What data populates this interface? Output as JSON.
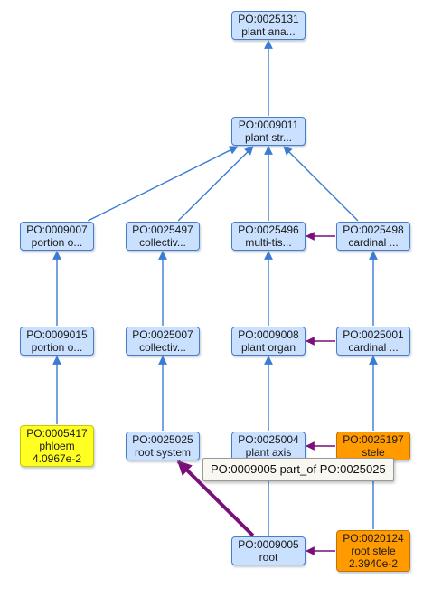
{
  "nodes": [
    {
      "id": "n0025131",
      "col": 2,
      "row": 0,
      "label": "PO:0025131",
      "name": "plant ana...",
      "score": "",
      "color": "#c9e0ff",
      "border": "#4a7cc6"
    },
    {
      "id": "n0009011",
      "col": 2,
      "row": 1,
      "label": "PO:0009011",
      "name": "plant str...",
      "score": "",
      "color": "#c9e0ff",
      "border": "#4a7cc6"
    },
    {
      "id": "n0009007",
      "col": 0,
      "row": 2,
      "label": "PO:0009007",
      "name": "portion o...",
      "score": "",
      "color": "#c9e0ff",
      "border": "#4a7cc6"
    },
    {
      "id": "n0025497",
      "col": 1,
      "row": 2,
      "label": "PO:0025497",
      "name": "collectiv...",
      "score": "",
      "color": "#c9e0ff",
      "border": "#4a7cc6"
    },
    {
      "id": "n0025496",
      "col": 2,
      "row": 2,
      "label": "PO:0025496",
      "name": "multi-tis...",
      "score": "",
      "color": "#c9e0ff",
      "border": "#4a7cc6"
    },
    {
      "id": "n0025498",
      "col": 3,
      "row": 2,
      "label": "PO:0025498",
      "name": "cardinal ...",
      "score": "",
      "color": "#c9e0ff",
      "border": "#4a7cc6"
    },
    {
      "id": "n0009015",
      "col": 0,
      "row": 3,
      "label": "PO:0009015",
      "name": "portion o...",
      "score": "",
      "color": "#c9e0ff",
      "border": "#4a7cc6"
    },
    {
      "id": "n0025007",
      "col": 1,
      "row": 3,
      "label": "PO:0025007",
      "name": "collectiv...",
      "score": "",
      "color": "#c9e0ff",
      "border": "#4a7cc6"
    },
    {
      "id": "n0009008",
      "col": 2,
      "row": 3,
      "label": "PO:0009008",
      "name": "plant organ",
      "score": "",
      "color": "#c9e0ff",
      "border": "#4a7cc6"
    },
    {
      "id": "n0025001",
      "col": 3,
      "row": 3,
      "label": "PO:0025001",
      "name": "cardinal ...",
      "score": "",
      "color": "#c9e0ff",
      "border": "#4a7cc6"
    },
    {
      "id": "n0005417",
      "col": 0,
      "row": 4,
      "label": "PO:0005417",
      "name": "phloem",
      "score": "4.0967e-2",
      "color": "#ffff22",
      "border": "#c8c800"
    },
    {
      "id": "n0025025",
      "col": 1,
      "row": 4,
      "label": "PO:0025025",
      "name": "root system",
      "score": "",
      "color": "#c9e0ff",
      "border": "#4a7cc6"
    },
    {
      "id": "n0025004",
      "col": 2,
      "row": 4,
      "label": "PO:0025004",
      "name": "plant axis",
      "score": "",
      "color": "#c9e0ff",
      "border": "#4a7cc6"
    },
    {
      "id": "n0025197",
      "col": 3,
      "row": 4,
      "label": "PO:0025197",
      "name": "stele",
      "score": "",
      "color": "#ff9a00",
      "border": "#c27400"
    },
    {
      "id": "n0009005",
      "col": 2,
      "row": 5,
      "label": "PO:0009005",
      "name": "root",
      "score": "",
      "color": "#c9e0ff",
      "border": "#4a7cc6"
    },
    {
      "id": "n0020124",
      "col": 3,
      "row": 5,
      "label": "PO:0020124",
      "name": "root stele",
      "score": "2.3940e-2",
      "color": "#ff9a00",
      "border": "#c27400"
    }
  ],
  "edges": [
    {
      "from": "n0009011",
      "to": "n0025131",
      "kind": "is_a"
    },
    {
      "from": "n0009007",
      "to": "n0009011",
      "kind": "is_a"
    },
    {
      "from": "n0025497",
      "to": "n0009011",
      "kind": "is_a"
    },
    {
      "from": "n0025496",
      "to": "n0009011",
      "kind": "is_a"
    },
    {
      "from": "n0025498",
      "to": "n0009011",
      "kind": "is_a"
    },
    {
      "from": "n0025498",
      "to": "n0025496",
      "kind": "part_of"
    },
    {
      "from": "n0009015",
      "to": "n0009007",
      "kind": "is_a"
    },
    {
      "from": "n0025007",
      "to": "n0025497",
      "kind": "is_a"
    },
    {
      "from": "n0009008",
      "to": "n0025496",
      "kind": "is_a"
    },
    {
      "from": "n0025001",
      "to": "n0025498",
      "kind": "is_a"
    },
    {
      "from": "n0025001",
      "to": "n0009008",
      "kind": "part_of"
    },
    {
      "from": "n0005417",
      "to": "n0009015",
      "kind": "is_a"
    },
    {
      "from": "n0025025",
      "to": "n0025007",
      "kind": "is_a"
    },
    {
      "from": "n0025004",
      "to": "n0009008",
      "kind": "is_a"
    },
    {
      "from": "n0025197",
      "to": "n0025001",
      "kind": "is_a"
    },
    {
      "from": "n0025197",
      "to": "n0025004",
      "kind": "part_of"
    },
    {
      "from": "n0009005",
      "to": "n0025004",
      "kind": "is_a"
    },
    {
      "from": "n0009005",
      "to": "n0025025",
      "kind": "part_of",
      "highlight": true
    },
    {
      "from": "n0020124",
      "to": "n0025197",
      "kind": "is_a"
    },
    {
      "from": "n0020124",
      "to": "n0009005",
      "kind": "part_of"
    }
  ],
  "colors": {
    "is_a": "#3a7bd5",
    "part_of": "#7a0f7a"
  },
  "tooltip": {
    "text": "PO:0009005 part_of PO:0025025"
  }
}
